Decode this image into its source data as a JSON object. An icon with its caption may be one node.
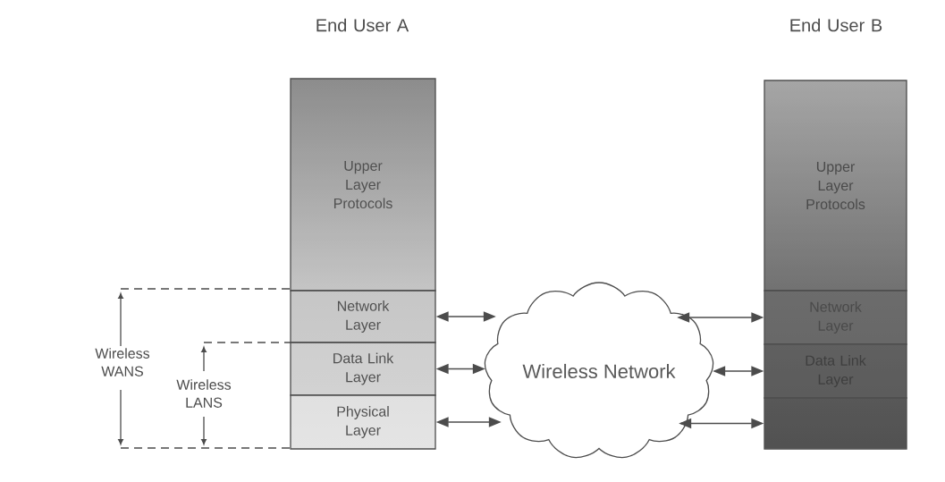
{
  "diagram": {
    "nodes": [
      {
        "text": [
          "Upper Layer Protocols"
        ]
      },
      {
        "text": [
          "Network Layer"
        ]
      },
      {
        "text": [
          "Data Link Layer"
        ]
      },
      {
        "text": [
          "Physical Layer"
        ]
      },
      {
        "text": [
          "Wireless Network"
        ]
      },
      {
        "text": [
          "Upper Layer Protocols"
        ]
      },
      {
        "text": [
          "Network Layer"
        ]
      },
      {
        "text": [
          "Data Link Layer"
        ]
      },
      {
        "text": [],
        "shape": "box"
      }
    ],
    "edges": [
      {
        "from": 1,
        "to": 4,
        "arrow": "both"
      },
      {
        "from": 2,
        "to": 4,
        "arrow": "both"
      },
      {
        "from": 3,
        "to": 4,
        "arrow": "both"
      },
      {
        "from": 4,
        "to": 6,
        "arrow": "both"
      },
      {
        "from": 4,
        "to": 7,
        "arrow": "both"
      },
      {
        "from": 4,
        "to": 8,
        "arrow": "both"
      }
    ],
    "labels": [
      "End User A",
      "End User B",
      "Wireless WANS",
      "Wireless LANS"
    ]
  }
}
